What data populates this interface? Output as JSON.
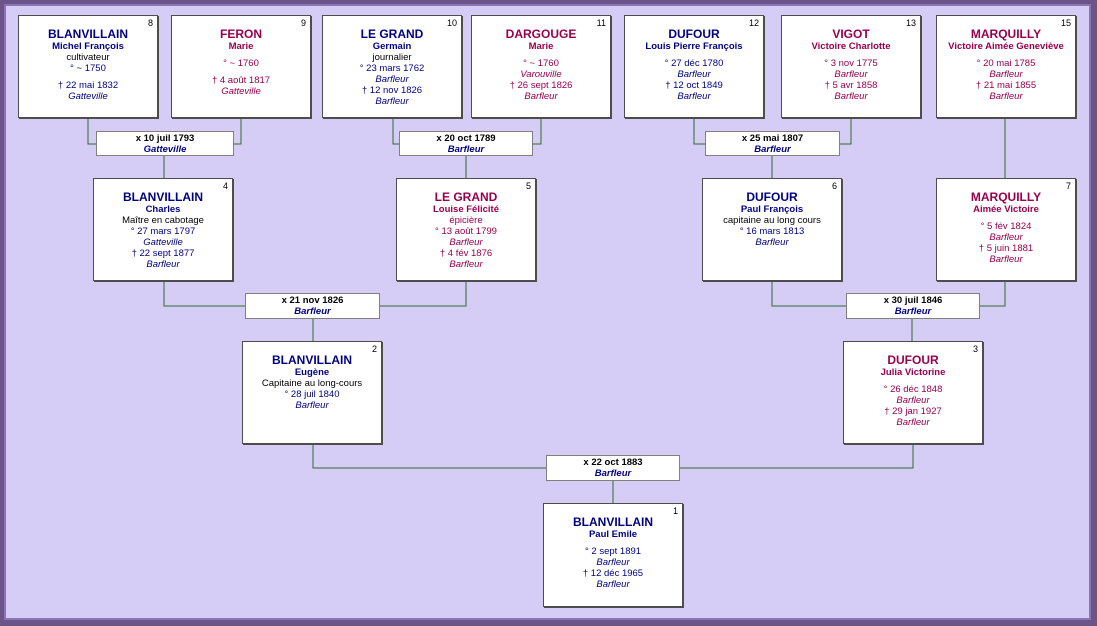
{
  "colors": {
    "male": "#000080",
    "female": "#99004d",
    "line": "#2e6b2e",
    "background": "#d6cdf7"
  },
  "persons": {
    "p1": {
      "num": "1",
      "surname": "BLANVILLAIN",
      "given": "Paul Emile",
      "sex": "m",
      "lines": [
        [
          "",
          "gap"
        ],
        [
          "° 2 sept 1891",
          ""
        ],
        [
          "Barfleur",
          "italic"
        ],
        [
          "† 12 déc 1965",
          ""
        ],
        [
          "Barfleur",
          "italic"
        ]
      ]
    },
    "p2": {
      "num": "2",
      "surname": "BLANVILLAIN",
      "given": "Eugène",
      "sex": "m",
      "lines": [
        [
          "Capitaine au long-cours",
          "plain"
        ],
        [
          "° 28 juil 1840",
          ""
        ],
        [
          "Barfleur",
          "italic"
        ]
      ]
    },
    "p3": {
      "num": "3",
      "surname": "DUFOUR",
      "given": "Julia Victorine",
      "sex": "f",
      "lines": [
        [
          "",
          "gap"
        ],
        [
          "° 26 déc 1848",
          ""
        ],
        [
          "Barfleur",
          "italic"
        ],
        [
          "† 29 jan 1927",
          ""
        ],
        [
          "Barfleur",
          "italic"
        ]
      ]
    },
    "p4": {
      "num": "4",
      "surname": "BLANVILLAIN",
      "given": "Charles",
      "sex": "m",
      "lines": [
        [
          "Maître en cabotage",
          "plain"
        ],
        [
          "° 27 mars 1797",
          ""
        ],
        [
          "Gatteville",
          "italic"
        ],
        [
          "† 22 sept 1877",
          ""
        ],
        [
          "Barfleur",
          "italic"
        ]
      ]
    },
    "p5": {
      "num": "5",
      "surname": "LE GRAND",
      "given": "Louise Félicité",
      "sex": "f",
      "lines": [
        [
          "épicière",
          ""
        ],
        [
          "° 13 août 1799",
          ""
        ],
        [
          "Barfleur",
          "italic"
        ],
        [
          "† 4 fév 1876",
          ""
        ],
        [
          "Barfleur",
          "italic"
        ]
      ]
    },
    "p6": {
      "num": "6",
      "surname": "DUFOUR",
      "given": "Paul François",
      "sex": "m",
      "lines": [
        [
          "capitaine au long cours",
          "plain"
        ],
        [
          "° 16 mars 1813",
          ""
        ],
        [
          "Barfleur",
          "italic"
        ]
      ]
    },
    "p7": {
      "num": "7",
      "surname": "MARQUILLY",
      "given": "Aimée Victoire",
      "sex": "f",
      "lines": [
        [
          "",
          "gap"
        ],
        [
          "° 5 fév 1824",
          ""
        ],
        [
          "Barfleur",
          "italic"
        ],
        [
          "† 5 juin 1881",
          ""
        ],
        [
          "Barfleur",
          "italic"
        ]
      ]
    },
    "p8": {
      "num": "8",
      "surname": "BLANVILLAIN",
      "given": "Michel François",
      "sex": "m",
      "lines": [
        [
          "cultivateur",
          "plain"
        ],
        [
          "° ~ 1750",
          ""
        ],
        [
          "",
          "gap"
        ],
        [
          "† 22 mai 1832",
          ""
        ],
        [
          "Gatteville",
          "italic"
        ]
      ]
    },
    "p9": {
      "num": "9",
      "surname": "FERON",
      "given": "Marie",
      "sex": "f",
      "lines": [
        [
          "",
          "gap"
        ],
        [
          "° ~ 1760",
          ""
        ],
        [
          "",
          "gap"
        ],
        [
          "† 4 août 1817",
          ""
        ],
        [
          "Gatteville",
          "italic"
        ]
      ]
    },
    "p10": {
      "num": "10",
      "surname": "LE GRAND",
      "given": "Germain",
      "sex": "m",
      "lines": [
        [
          "journalier",
          "plain"
        ],
        [
          "° 23 mars 1762",
          ""
        ],
        [
          "Barfleur",
          "italic"
        ],
        [
          "† 12 nov 1826",
          ""
        ],
        [
          "Barfleur",
          "italic"
        ]
      ]
    },
    "p11": {
      "num": "11",
      "surname": "DARGOUGE",
      "given": "Marie",
      "sex": "f",
      "lines": [
        [
          "",
          "gap"
        ],
        [
          "° ~ 1760",
          ""
        ],
        [
          "Varouville",
          "italic"
        ],
        [
          "† 26 sept 1826",
          ""
        ],
        [
          "Barfleur",
          "italic"
        ]
      ]
    },
    "p12": {
      "num": "12",
      "surname": "DUFOUR",
      "given": "Louis Pierre François",
      "sex": "m",
      "lines": [
        [
          "",
          "gap"
        ],
        [
          "° 27 déc 1780",
          ""
        ],
        [
          "Barfleur",
          "italic"
        ],
        [
          "† 12 oct 1849",
          ""
        ],
        [
          "Barfleur",
          "italic"
        ]
      ]
    },
    "p13": {
      "num": "13",
      "surname": "VIGOT",
      "given": "Victoire Charlotte",
      "sex": "f",
      "lines": [
        [
          "",
          "gap"
        ],
        [
          "° 3 nov 1775",
          ""
        ],
        [
          "Barfleur",
          "italic"
        ],
        [
          "† 5 avr 1858",
          ""
        ],
        [
          "Barfleur",
          "italic"
        ]
      ]
    },
    "p15": {
      "num": "15",
      "surname": "MARQUILLY",
      "given": "Victoire Aimée Geneviève",
      "sex": "f",
      "lines": [
        [
          "",
          "gap"
        ],
        [
          "° 20 mai 1785",
          ""
        ],
        [
          "Barfleur",
          "italic"
        ],
        [
          "† 21 mai 1855",
          ""
        ],
        [
          "Barfleur",
          "italic"
        ]
      ]
    }
  },
  "marriages": {
    "m89": {
      "date": "x 10 juil 1793",
      "place": "Gatteville"
    },
    "m1011": {
      "date": "x 20 oct 1789",
      "place": "Barfleur"
    },
    "m1213": {
      "date": "x 25 mai 1807",
      "place": "Barfleur"
    },
    "m45": {
      "date": "x 21 nov 1826",
      "place": "Barfleur"
    },
    "m67": {
      "date": "x 30 juil 1846",
      "place": "Barfleur"
    },
    "m23": {
      "date": "x 22 oct 1883",
      "place": "Barfleur"
    }
  }
}
